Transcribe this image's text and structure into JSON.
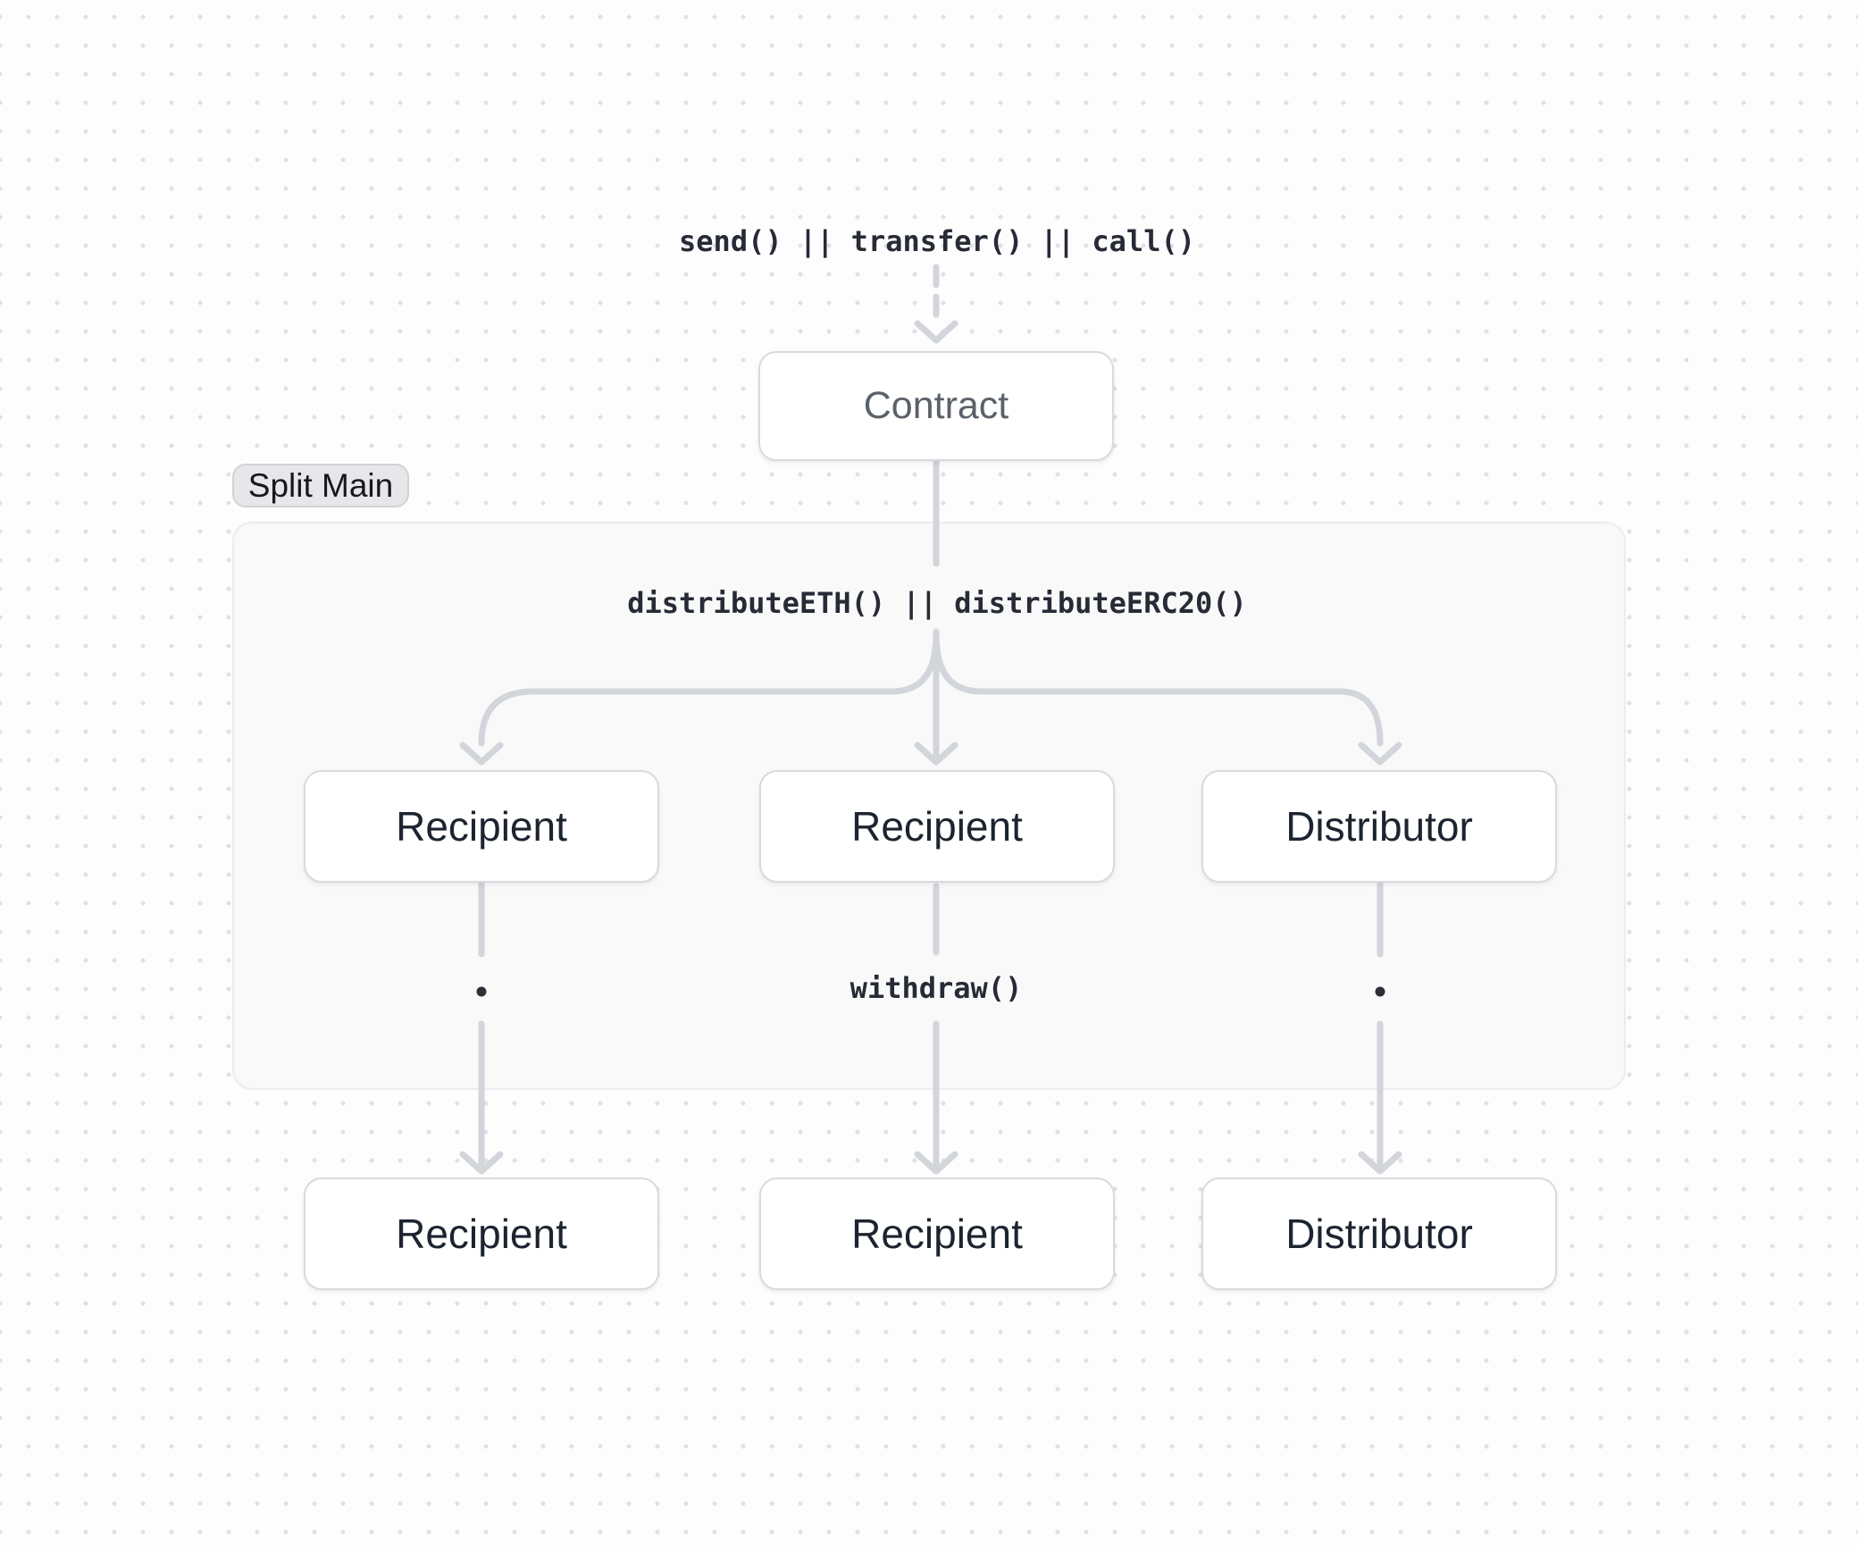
{
  "diagram": {
    "top_call": "send() || transfer() || call()",
    "distribute_call": "distributeETH() || distributeERC20()",
    "withdraw_call": "withdraw()",
    "group_label": "Split Main",
    "nodes": {
      "contract": "Contract",
      "row1": [
        "Recipient",
        "Recipient",
        "Distributor"
      ],
      "row2": [
        "Recipient",
        "Recipient",
        "Distributor"
      ]
    }
  },
  "colors": {
    "page_bg": "#fdfdfd",
    "grid_dot": "#e0e1e4",
    "edge": "#d2d5da",
    "node_bg": "#ffffff",
    "node_border": "#d9dade",
    "node_text": "#1d2430",
    "contract_text": "#5a6168",
    "mono_text": "#262b35",
    "container_bg": "#f9f9fa",
    "container_border": "#ececef",
    "badge_bg": "#e7e7ea",
    "badge_border": "#d2d2d6",
    "badge_text": "#17191f",
    "bullet": "#2b2f36"
  }
}
